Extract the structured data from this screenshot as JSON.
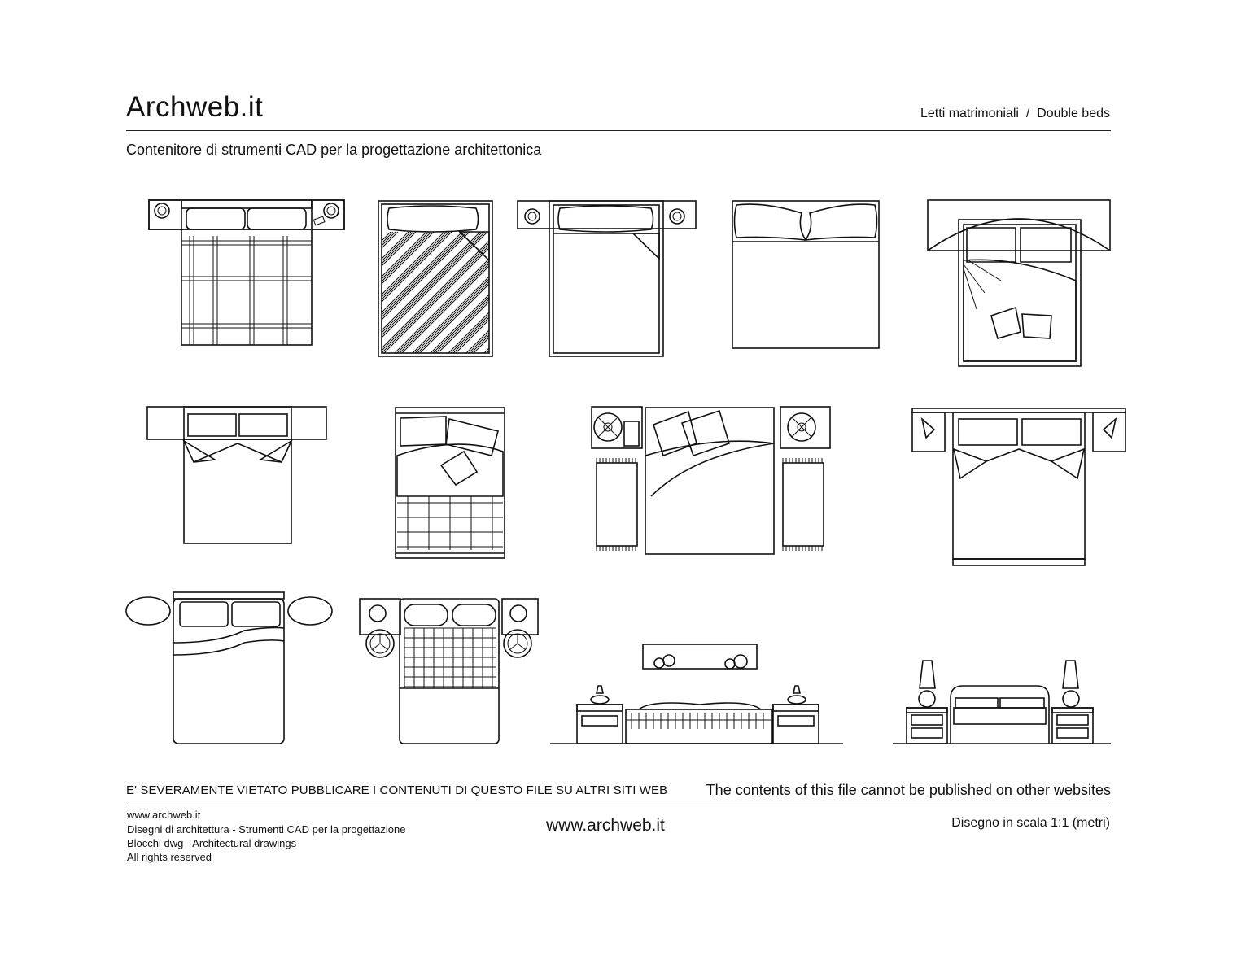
{
  "header": {
    "brand": "Archweb.it",
    "category": "Letti matrimoniali  /  Double beds",
    "tagline": "Contenitore di strumenti CAD per la progettazione architettonica"
  },
  "notice": {
    "italian": "E' SEVERAMENTE VIETATO PUBBLICARE I CONTENUTI DI QUESTO FILE SU ALTRI SITI WEB",
    "english": "The contents of this file cannot be published on other websites"
  },
  "footer": {
    "lines": [
      "www.archweb.it",
      "Disegni di architettura - Strumenti CAD  per la progettazione",
      "Blocchi dwg - Architectural drawings",
      "All rights reserved"
    ],
    "url": "www.archweb.it",
    "scale": "Disegno in scala 1:1 (metri)"
  },
  "drawing": {
    "symbols": [
      "double-bed-plaid-with-nightstands",
      "double-bed-striped-cover",
      "double-bed-with-round-nightstands",
      "double-bed-simple",
      "double-bed-curved-headboard",
      "double-bed-wide-headboard",
      "double-bed-quilted",
      "double-bed-with-rugs-and-nightstands",
      "double-bed-with-wall-lamps",
      "double-bed-oval-nightstands",
      "double-bed-checkered-with-lamps",
      "double-bed-elevation-bench",
      "double-bed-elevation-lamps"
    ]
  }
}
